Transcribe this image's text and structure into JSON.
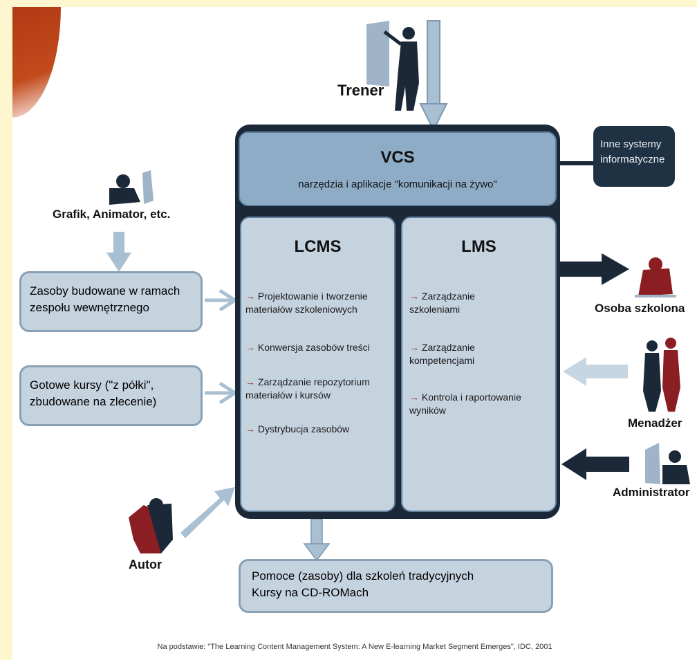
{
  "trainer": "Trener",
  "vcs": {
    "title": "VCS",
    "subtitle": "narzędzia i aplikacje \"komunikacji na żywo\""
  },
  "other_systems": {
    "line1": "Inne systemy",
    "line2": "informatyczne"
  },
  "lcms": {
    "title": "LCMS",
    "items": [
      "Projektowanie i tworzenie materiałów szkoleniowych",
      "Konwersja zasobów treści",
      "Zarządzanie repozytorium materiałów i kursów",
      "Dystrybucja zasobów"
    ]
  },
  "lms": {
    "title": "LMS",
    "items": [
      "Zarządzanie szkoleniami",
      "Zarządzanie kompetencjami",
      "Kontrola i raportowanie wyników"
    ]
  },
  "graphic": "Grafik, Animator, etc.",
  "internal_resources": {
    "line1": "Zasoby budowane w ramach",
    "line2": "zespołu wewnętrznego"
  },
  "ready_courses": {
    "line1": "Gotowe kursy (\"z półki\",",
    "line2": "zbudowane na zlecenie)"
  },
  "author": "Autor",
  "learner": "Osoba szkolona",
  "managers": "Menadżer",
  "administrator": "Administrator",
  "bottom": {
    "line1": "Pomoce (zasoby) dla szkoleń tradycyjnych",
    "line2": "Kursy na CD-ROMach"
  },
  "source": "Na podstawie: \"The Learning Content Management System: A New E-learning Market Segment Emerges\", IDC, 2001",
  "colors": {
    "dark": "#1b2838",
    "light_box": "#c5d3df",
    "vcs": "#8facc6",
    "accent_red": "#9a2222",
    "arrow_light": "#a9bfd2"
  }
}
